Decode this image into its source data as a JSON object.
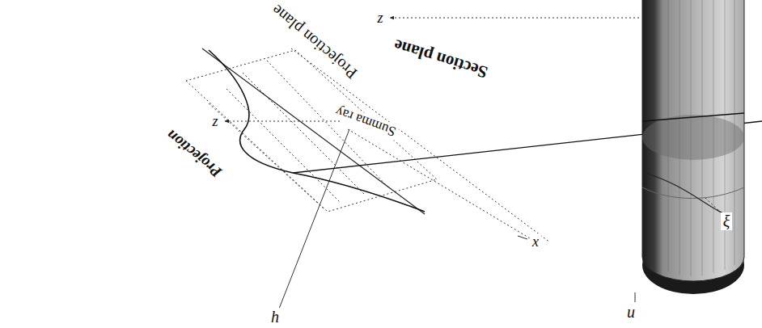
{
  "diagram": {
    "labels": [
      "Projection plane",
      "Section plane",
      "Summa ray",
      "Projection",
      "z",
      "z",
      "x",
      "h",
      "ξ",
      "u"
    ]
  }
}
